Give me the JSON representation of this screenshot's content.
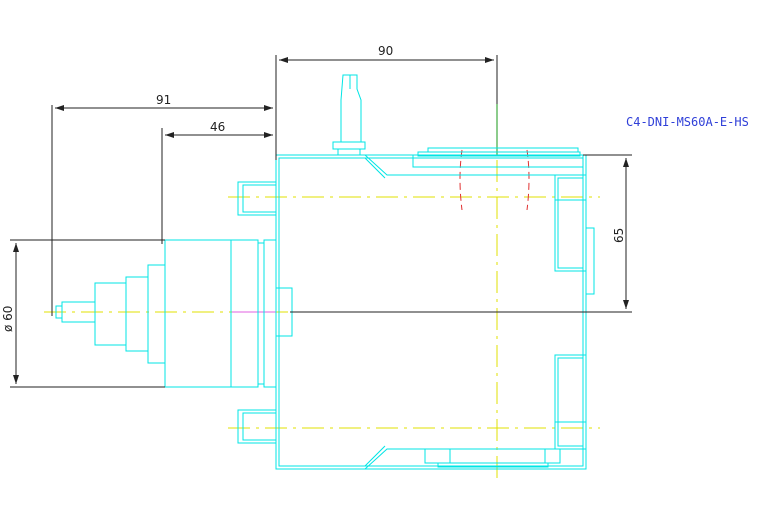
{
  "part_number": "C4-DNI-MS60A-E-HS",
  "dimensions": {
    "d90": "90",
    "d91": "91",
    "d46": "46",
    "d65": "65",
    "diameter": "ø 60"
  },
  "colors": {
    "outline": "#00e5e5",
    "centerline": "#e0e000",
    "dimension": "#222222",
    "label": "#2f3fd8",
    "hidden": "#e03030",
    "axis": "#1a9a1a"
  }
}
